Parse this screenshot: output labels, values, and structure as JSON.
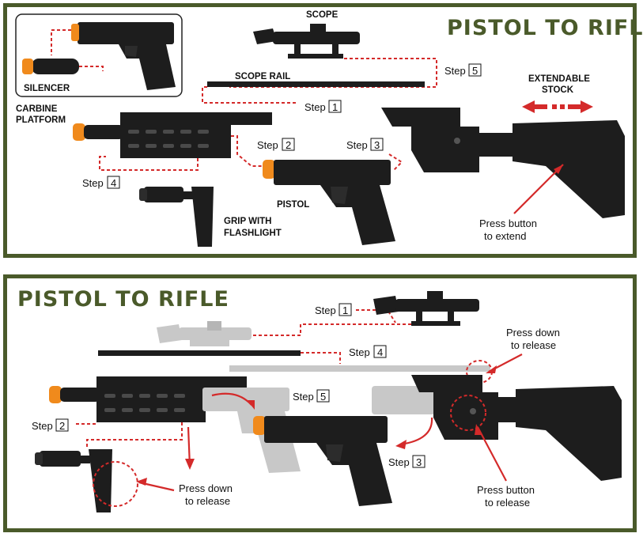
{
  "top": {
    "title": "PISTOL TO RIFLE",
    "labels": {
      "scope": "SCOPE",
      "scope_rail": "SCOPE RAIL",
      "silencer": "SILENCER",
      "carbine_line1": "CARBINE",
      "carbine_line2": "PLATFORM",
      "pistol": "PISTOL",
      "grip_line1": "GRIP WITH",
      "grip_line2": "FLASHLIGHT",
      "stock_line1": "EXTENDABLE",
      "stock_line2": "STOCK",
      "press_line1": "Press button",
      "press_line2": "to extend"
    },
    "steps": [
      {
        "word": "Step",
        "num": "1"
      },
      {
        "word": "Step",
        "num": "2"
      },
      {
        "word": "Step",
        "num": "3"
      },
      {
        "word": "Step",
        "num": "4"
      },
      {
        "word": "Step",
        "num": "5"
      }
    ]
  },
  "bottom": {
    "title": "PISTOL TO RIFLE",
    "steps": [
      {
        "word": "Step",
        "num": "1"
      },
      {
        "word": "Step",
        "num": "2"
      },
      {
        "word": "Step",
        "num": "3"
      },
      {
        "word": "Step",
        "num": "4"
      },
      {
        "word": "Step",
        "num": "5"
      }
    ],
    "notes": {
      "press_down_top_line1": "Press down",
      "press_down_top_line2": "to release",
      "press_down_bottom_line1": "Press down",
      "press_down_bottom_line2": "to release",
      "press_button_line1": "Press button",
      "press_button_line2": "to release"
    }
  },
  "colors": {
    "frame": "#4a5a2a",
    "accent_red": "#d42a2a",
    "muzzle_orange": "#f08a1c",
    "gun_black": "#1d1d1d"
  }
}
